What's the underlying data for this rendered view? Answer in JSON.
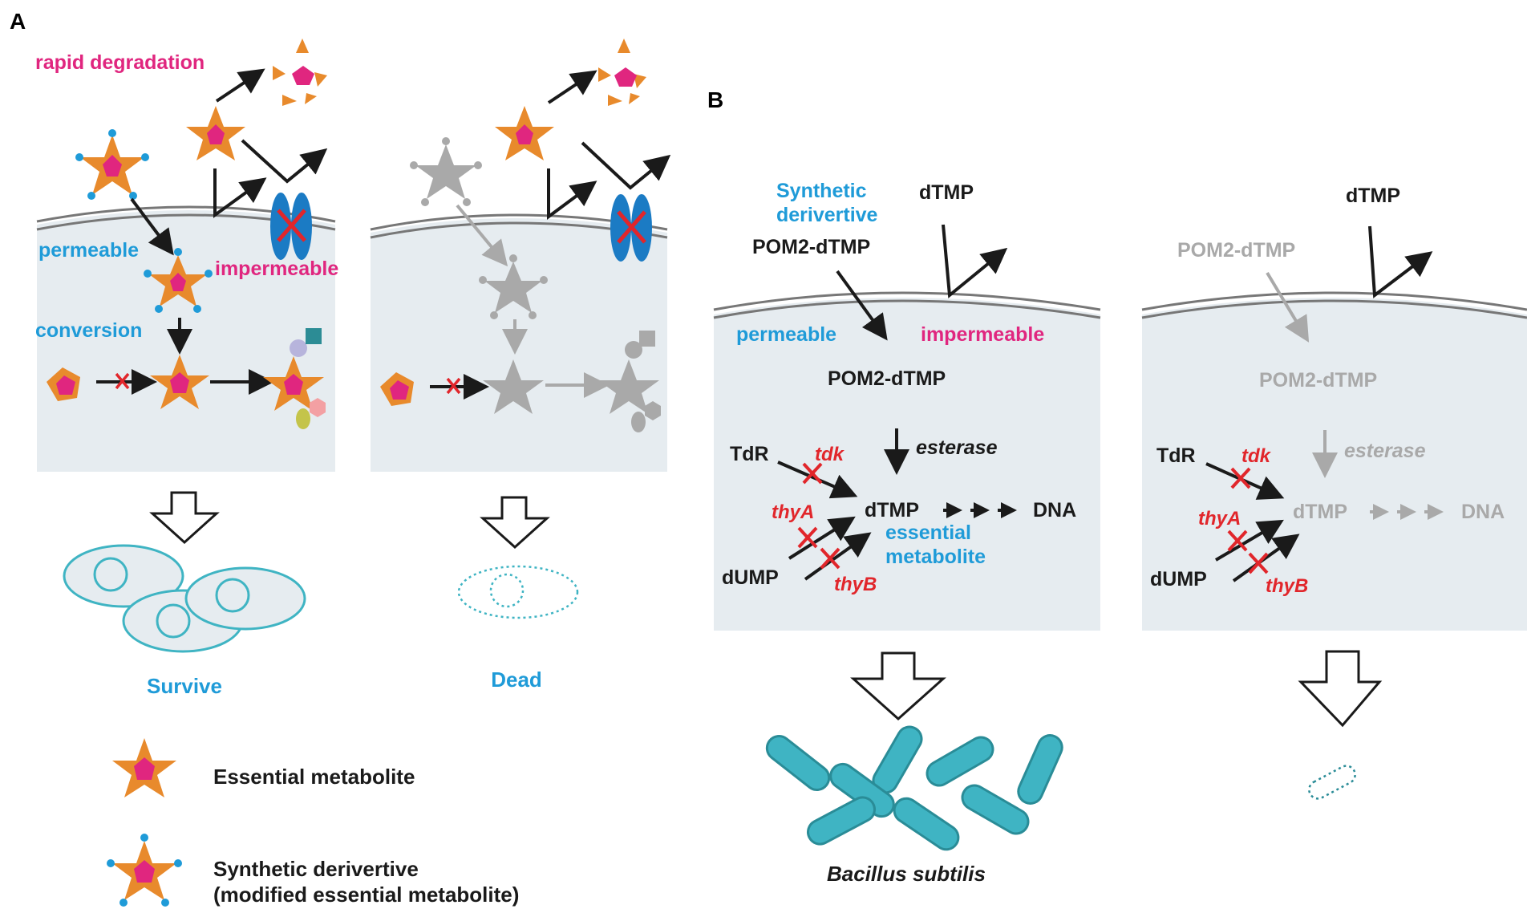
{
  "colors": {
    "cell_fill": "#e6ecf0",
    "star_orange": "#e88a2c",
    "star_magenta": "#e0267f",
    "blue_text": "#1f9bd8",
    "magenta_text": "#e0267f",
    "red": "#e1262b",
    "gray": "#a9a9a9",
    "teal": "#3fb4c3",
    "teal_dark": "#2a8c97",
    "transporter": "#1b7bc4"
  },
  "panel_a": {
    "label": "A",
    "rapid_degradation": "rapid degradation",
    "permeable": "permeable",
    "impermeable": "impermeable",
    "conversion": "conversion",
    "survive": "Survive",
    "dead": "Dead",
    "legend": {
      "essential": "Essential metabolite",
      "synthetic_line1": "Synthetic derivertive",
      "synthetic_line2": "(modified essential metabolite)"
    }
  },
  "panel_b": {
    "label": "B",
    "synthetic_line1": "Synthetic",
    "synthetic_line2": "derivertive",
    "pom_outside": "POM2-dTMP",
    "dtmp_outside": "dTMP",
    "permeable": "permeable",
    "impermeable": "impermeable",
    "pom_inside": "POM2-dTMP",
    "esterase": "esterase",
    "tdr": "TdR",
    "tdk": "tdk",
    "thya": "thyA",
    "thyb": "thyB",
    "dump": "dUMP",
    "dtmp": "dTMP",
    "dna": "DNA",
    "essential_line1": "essential",
    "essential_line2": "metabolite",
    "organism": "Bacillus subtilis"
  }
}
